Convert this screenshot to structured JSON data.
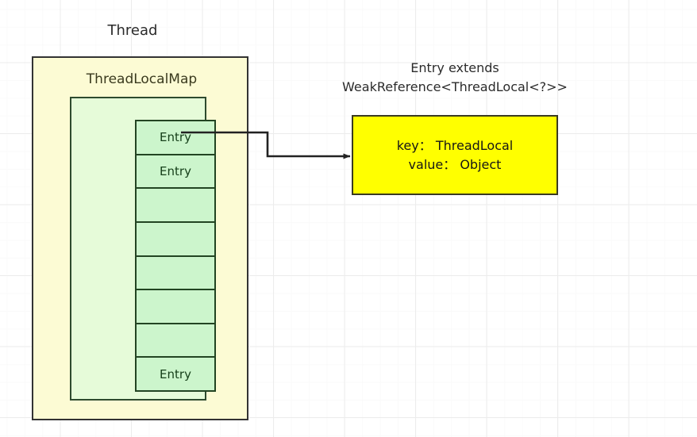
{
  "diagram": {
    "title_label": "Thread",
    "thread": {
      "label": "Thread",
      "map": {
        "label": "ThreadLocalMap",
        "cells": [
          {
            "label": "Entry",
            "filled": true
          },
          {
            "label": "Entry",
            "filled": true
          },
          {
            "label": "",
            "filled": false
          },
          {
            "label": "",
            "filled": false
          },
          {
            "label": "",
            "filled": false
          },
          {
            "label": "",
            "filled": false
          },
          {
            "label": "",
            "filled": false
          },
          {
            "label": "Entry",
            "filled": true
          }
        ]
      }
    },
    "entry_class": {
      "line1": "Entry extends",
      "line2": "WeakReference<ThreadLocal<?>>",
      "fields": {
        "key": "key： ThreadLocal",
        "value": "value： Object"
      }
    },
    "connector": {
      "name": "entry-to-object-arrow",
      "from": "first-entry-cell",
      "to": "key-value-box"
    },
    "colors": {
      "thread_fill": "#FCFBD4",
      "thread_border": "#333333",
      "map_fill": "#E6FBD9",
      "map_border": "#2E4A2E",
      "cell_fill": "#CCF5CC",
      "cell_border": "#224422",
      "kv_fill": "#FFFF00",
      "kv_border": "#3A3A20",
      "text": "#2B2B2B",
      "grid_major": "#ECECEC",
      "grid_minor": "#FAFAFA",
      "background": "#FFFFFF"
    }
  }
}
